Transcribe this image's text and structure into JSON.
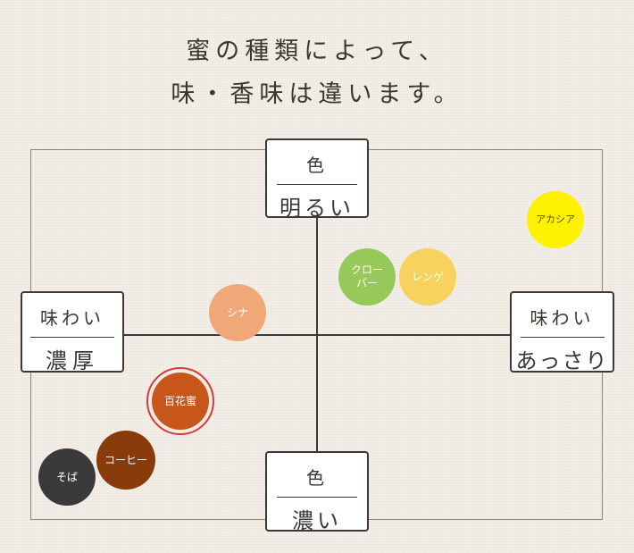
{
  "heading": {
    "line1": "蜜の種類によって、",
    "line2": "味・香味は違います。"
  },
  "axes": {
    "top": {
      "label": "色",
      "value": "明るい"
    },
    "bottom": {
      "label": "色",
      "value": "濃い"
    },
    "left": {
      "label": "味わい",
      "value": "濃厚"
    },
    "right": {
      "label": "味わい",
      "value": "あっさり"
    }
  },
  "honeys": [
    {
      "name": "アカシア",
      "color": "#fff200",
      "text_color": "#5a5020"
    },
    {
      "name": "クロー\nバー",
      "color": "#97c85a",
      "text_color": "#ffffff"
    },
    {
      "name": "レンゲ",
      "color": "#f7d25f",
      "text_color": "#ffffff"
    },
    {
      "name": "シナ",
      "color": "#f0a878",
      "text_color": "#ffffff"
    },
    {
      "name": "百花蜜",
      "color": "#c8561a",
      "text_color": "#ffffff",
      "highlight_color": "#d63a35"
    },
    {
      "name": "コーヒー",
      "color": "#8a3b0c",
      "text_color": "#ffffff"
    },
    {
      "name": "そば",
      "color": "#3a3a3a",
      "text_color": "#ffffff"
    }
  ]
}
